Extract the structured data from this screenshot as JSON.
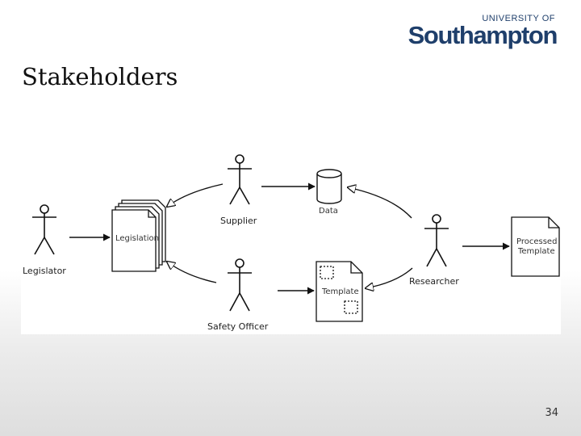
{
  "logo": {
    "line1": "UNIVERSITY OF",
    "line2": "Southampton"
  },
  "slide": {
    "title": "Stakeholders",
    "page_number": "34"
  },
  "diagram": {
    "actors": {
      "legislator": "Legislator",
      "supplier": "Supplier",
      "safety_officer": "Safety Officer",
      "researcher": "Researcher"
    },
    "artifacts": {
      "legislation": "Legislation",
      "data": "Data",
      "template": "Template",
      "processed_template_line1": "Processed",
      "processed_template_line2": "Template"
    }
  },
  "colors": {
    "logo": "#1f3f6b",
    "line": "#111111"
  }
}
